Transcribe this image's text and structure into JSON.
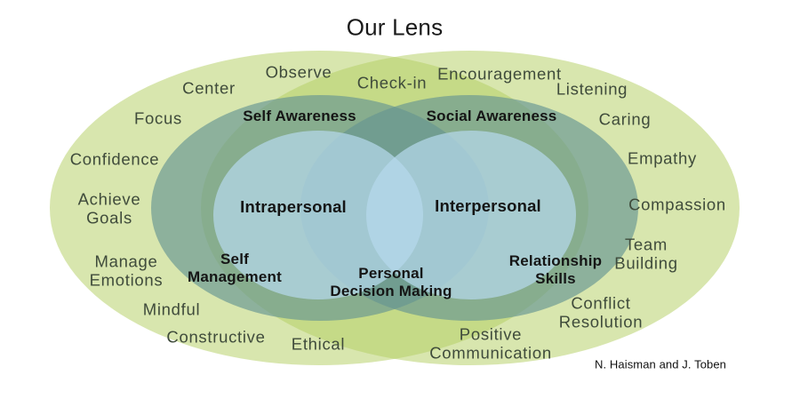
{
  "title": "Our Lens",
  "attribution": "N. Haisman and J. Toben",
  "colors": {
    "outer_green": "#b5cf63",
    "middle_teal": "#669592",
    "inner_blue": "#b5d8ec",
    "word_text": "#3f4b3b",
    "label_text": "#151515"
  },
  "diagram": {
    "core_labels": {
      "check_in": "Check-in",
      "self_awareness": "Self Awareness",
      "social_awareness": "Social Awareness",
      "intrapersonal": "Intrapersonal",
      "interpersonal": "Interpersonal",
      "self_management": "Self\nManagement",
      "relationship_skills": "Relationship\nSkills",
      "personal_decision_making": "Personal\nDecision Making"
    },
    "intrapersonal_words": {
      "observe": "Observe",
      "center": "Center",
      "focus": "Focus",
      "confidence": "Confidence",
      "achieve_goals": "Achieve\nGoals",
      "manage_emotions": "Manage\nEmotions",
      "mindful": "Mindful",
      "constructive": "Constructive",
      "ethical": "Ethical"
    },
    "interpersonal_words": {
      "encouragement": "Encouragement",
      "listening": "Listening",
      "caring": "Caring",
      "empathy": "Empathy",
      "compassion": "Compassion",
      "team_building": "Team\nBuilding",
      "conflict_resolution": "Conflict\nResolution",
      "positive_communication": "Positive\nCommunication"
    }
  }
}
